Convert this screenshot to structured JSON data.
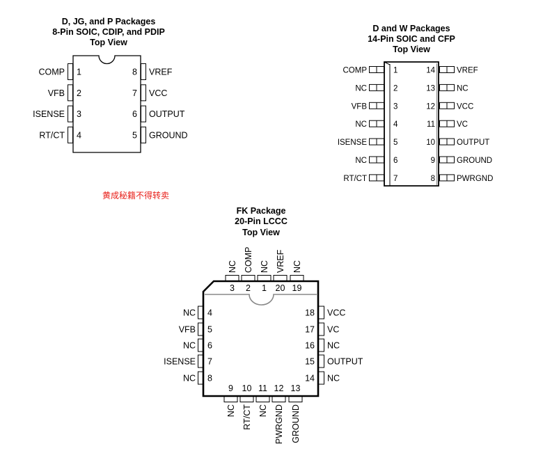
{
  "watermark": "黄成秘籍不得转卖",
  "packages": {
    "dip8": {
      "title": [
        "D, JG, and P Packages",
        "8-Pin SOIC, CDIP, and PDIP",
        "Top View"
      ],
      "left": [
        {
          "num": "1",
          "name": "COMP"
        },
        {
          "num": "2",
          "name": "VFB"
        },
        {
          "num": "3",
          "name": "ISENSE"
        },
        {
          "num": "4",
          "name": "RT/CT"
        }
      ],
      "right": [
        {
          "num": "8",
          "name": "VREF"
        },
        {
          "num": "7",
          "name": "VCC"
        },
        {
          "num": "6",
          "name": "OUTPUT"
        },
        {
          "num": "5",
          "name": "GROUND"
        }
      ]
    },
    "so14": {
      "title": [
        "D and W Packages",
        "14-Pin SOIC and CFP",
        "Top View"
      ],
      "left": [
        {
          "num": "1",
          "name": "COMP"
        },
        {
          "num": "2",
          "name": "NC"
        },
        {
          "num": "3",
          "name": "VFB"
        },
        {
          "num": "4",
          "name": "NC"
        },
        {
          "num": "5",
          "name": "ISENSE"
        },
        {
          "num": "6",
          "name": "NC"
        },
        {
          "num": "7",
          "name": "RT/CT"
        }
      ],
      "right": [
        {
          "num": "14",
          "name": "VREF"
        },
        {
          "num": "13",
          "name": "NC"
        },
        {
          "num": "12",
          "name": "VCC"
        },
        {
          "num": "11",
          "name": "VC"
        },
        {
          "num": "10",
          "name": "OUTPUT"
        },
        {
          "num": "9",
          "name": "GROUND"
        },
        {
          "num": "8",
          "name": "PWRGND"
        }
      ]
    },
    "fk20": {
      "title": [
        "FK Package",
        "20-Pin LCCC",
        "Top View"
      ],
      "top": [
        {
          "num": "3",
          "name": "NC"
        },
        {
          "num": "2",
          "name": "COMP"
        },
        {
          "num": "1",
          "name": "NC"
        },
        {
          "num": "20",
          "name": "VREF"
        },
        {
          "num": "19",
          "name": "NC"
        }
      ],
      "left": [
        {
          "num": "4",
          "name": "NC"
        },
        {
          "num": "5",
          "name": "VFB"
        },
        {
          "num": "6",
          "name": "NC"
        },
        {
          "num": "7",
          "name": "ISENSE"
        },
        {
          "num": "8",
          "name": "NC"
        }
      ],
      "right": [
        {
          "num": "18",
          "name": "VCC"
        },
        {
          "num": "17",
          "name": "VC"
        },
        {
          "num": "16",
          "name": "NC"
        },
        {
          "num": "15",
          "name": "OUTPUT"
        },
        {
          "num": "14",
          "name": "NC"
        }
      ],
      "bottom": [
        {
          "num": "9",
          "name": "NC"
        },
        {
          "num": "10",
          "name": "RT/CT"
        },
        {
          "num": "11",
          "name": "NC"
        },
        {
          "num": "12",
          "name": "PWRGND"
        },
        {
          "num": "13",
          "name": "GROUND"
        }
      ]
    }
  }
}
